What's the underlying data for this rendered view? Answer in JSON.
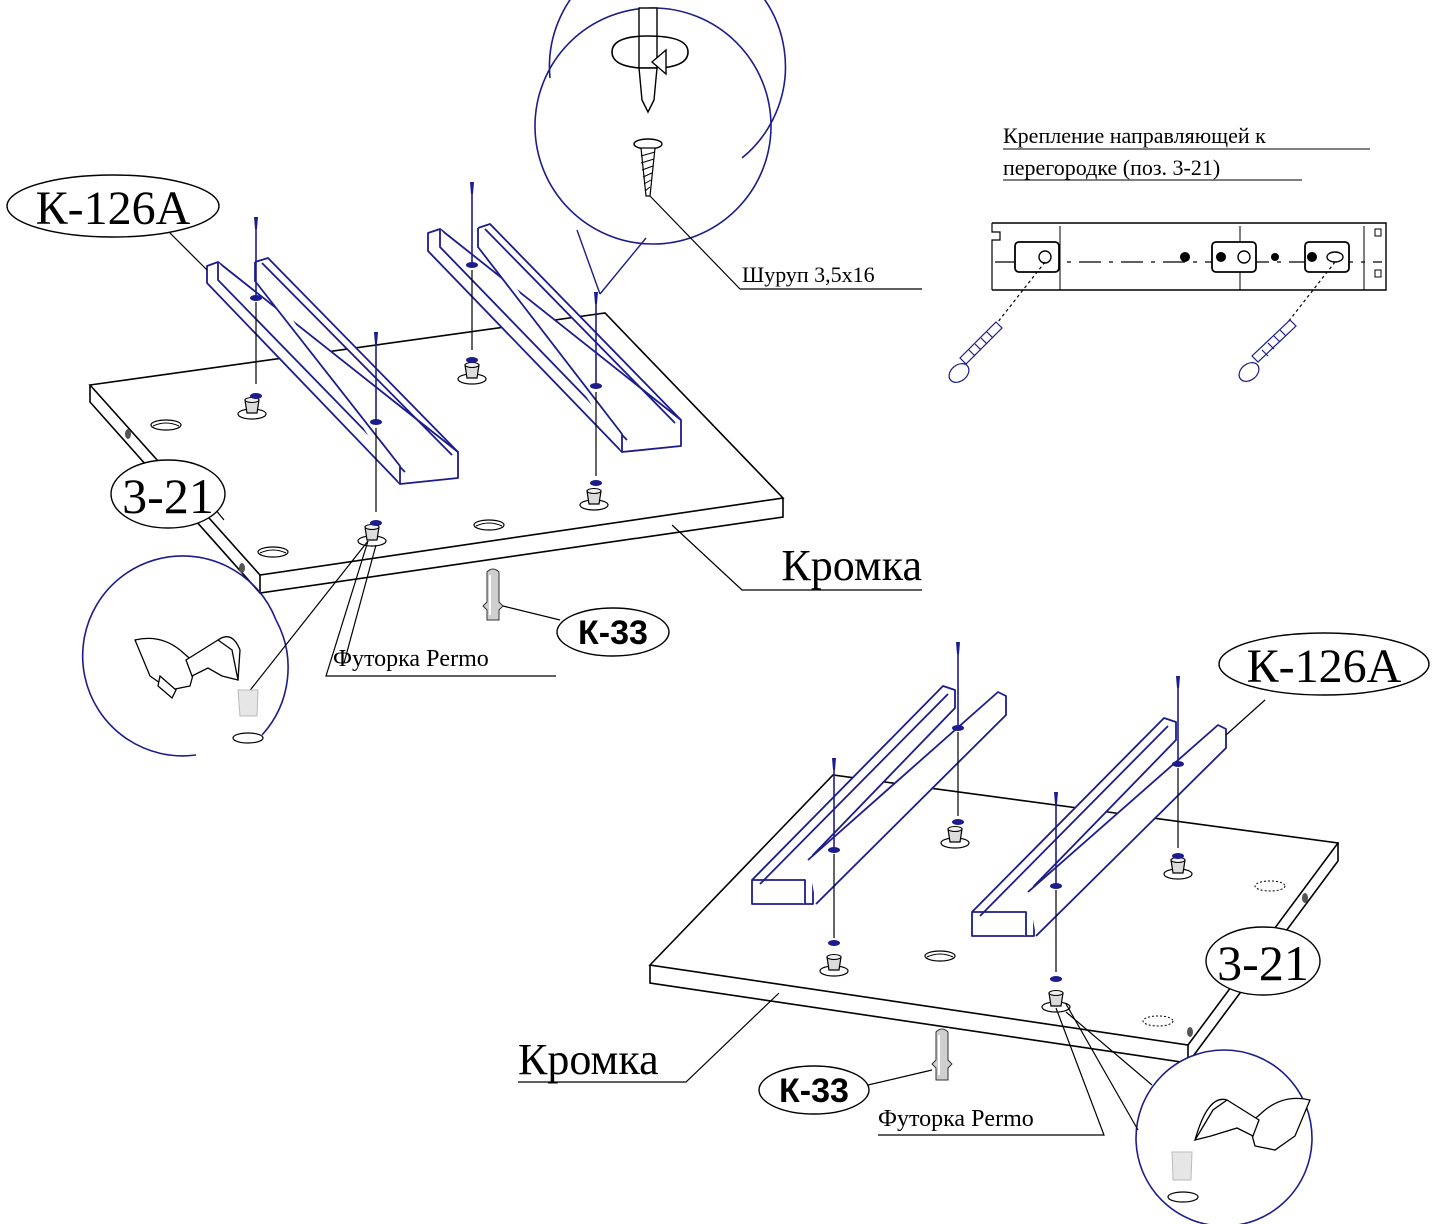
{
  "labels": {
    "part_rail_top": "К-126А",
    "part_rail_bottom": "К-126А",
    "panel_top": "3-21",
    "panel_bottom": "3-21",
    "edge_top": "Кромка",
    "edge_bottom": "Кромка",
    "connector_top": "К-33",
    "connector_bottom": "К-33",
    "insert_top": "Футорка Permo",
    "insert_bottom": "Футорка Permo",
    "screw": "Шуруп 3,5x16",
    "note_line1": "Крепление направляющей к",
    "note_line2": "перегородке (поз. 3-21)"
  },
  "colors": {
    "outline": "#000000",
    "rail": "#1c1c8c",
    "insert": "#d9d9d9"
  }
}
